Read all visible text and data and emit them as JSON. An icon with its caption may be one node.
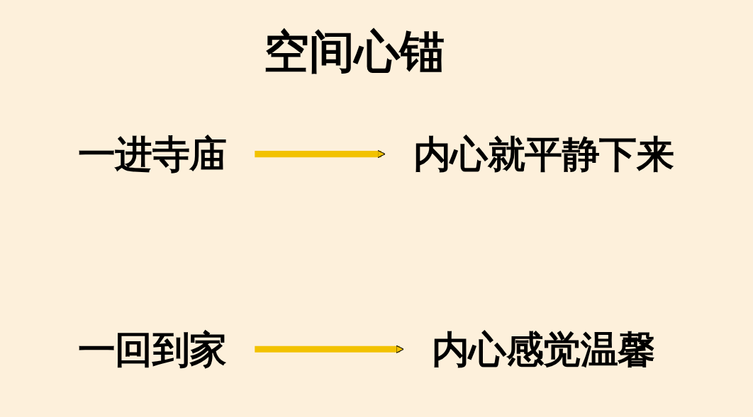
{
  "diagram": {
    "title": "空间心锚",
    "nodes": [
      {
        "text": [
          "一进寺庙"
        ]
      },
      {
        "text": [
          "内心就平静下来"
        ]
      },
      {
        "text": [
          "一回到家"
        ]
      },
      {
        "text": [
          "内心感觉温馨"
        ]
      }
    ],
    "edges": [
      {
        "from": 0,
        "to": 1,
        "arrow": "to"
      },
      {
        "from": 2,
        "to": 3,
        "arrow": "to"
      }
    ]
  }
}
